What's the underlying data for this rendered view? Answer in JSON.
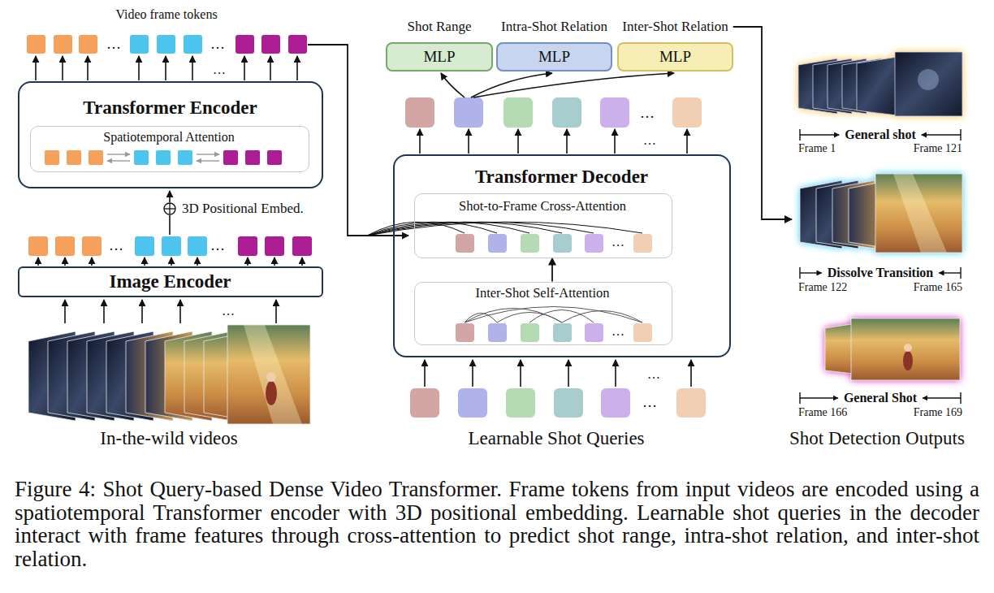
{
  "diagram": {
    "caption": "Figure 4: Shot Query-based Dense Video Transformer. Frame tokens from input videos are encoded using a spatiotemporal Transformer encoder with 3D positional embedding. Learnable shot queries in the decoder interact with frame features through cross-attention to predict shot range, intra-shot relation, and inter-shot relation.",
    "nodes": [
      {
        "text": [
          "Transformer Encoder"
        ]
      },
      {
        "text": [
          "Spatiotemporal Attention"
        ],
        "in": 0
      },
      {
        "text": [
          "Image Encoder"
        ]
      },
      {
        "text": [
          "Shot Range",
          "MLP"
        ]
      },
      {
        "text": [
          "Intra-Shot Relation",
          "MLP"
        ]
      },
      {
        "text": [
          "Inter-Shot Relation",
          "MLP"
        ]
      },
      {
        "text": [
          "Transformer Decoder"
        ]
      },
      {
        "text": [
          "Shot-to-Frame Cross-Attention",
          "…"
        ],
        "in": 6
      },
      {
        "text": [
          "Inter-Shot Self-Attention",
          "…"
        ],
        "in": 6
      },
      {
        "text": [
          "General shot",
          "Frame 1",
          "Frame 121"
        ]
      },
      {
        "text": [
          "Dissolve Transition",
          "Frame 122",
          "Frame 165"
        ]
      },
      {
        "text": [
          "General Shot",
          "Frame 166",
          "Frame 169"
        ]
      }
    ],
    "edges": [
      {
        "from": 8,
        "to": 7,
        "arrow": "to"
      },
      {
        "from": 5,
        "to": 10,
        "arrow": "to"
      }
    ],
    "labels": [
      "Video frame tokens",
      "…",
      "…",
      "…",
      "3D Positional Embed.",
      "…",
      "…",
      "…",
      "In-the-wild videos",
      "…",
      "…",
      "…",
      "…",
      "Learnable Shot Queries",
      "Shot Detection Outputs"
    ]
  }
}
